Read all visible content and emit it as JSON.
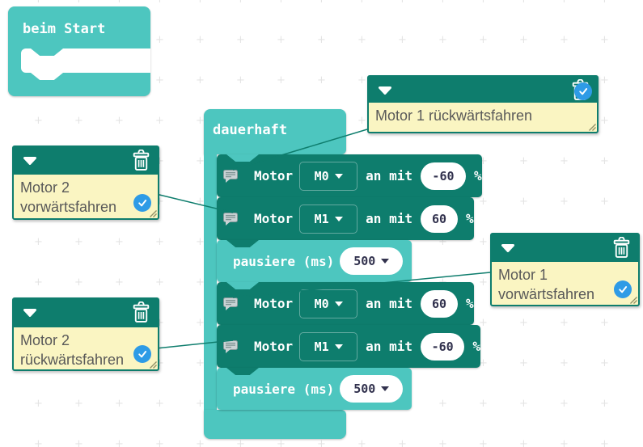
{
  "workspace": {
    "on_start": {
      "label": "beim Start"
    },
    "forever": {
      "label": "dauerhaft",
      "motor_rows": [
        {
          "label_motor": "Motor",
          "port": "M0",
          "label_mid": "an mit",
          "value": "-60",
          "label_unit": "%"
        },
        {
          "label_motor": "Motor",
          "port": "M1",
          "label_mid": "an mit",
          "value": "60",
          "label_unit": "%"
        },
        {
          "label_motor": "Motor",
          "port": "M0",
          "label_mid": "an mit",
          "value": "60",
          "label_unit": "%"
        },
        {
          "label_motor": "Motor",
          "port": "M1",
          "label_mid": "an mit",
          "value": "-60",
          "label_unit": "%"
        }
      ],
      "pause_rows": [
        {
          "label": "pausiere (ms)",
          "value": "500"
        },
        {
          "label": "pausiere (ms)",
          "value": "500"
        }
      ]
    },
    "comments": [
      {
        "text": "Motor 1 rückwärtsfahren",
        "checked": true
      },
      {
        "text": "Motor 2 vorwärtsfahren",
        "checked": true
      },
      {
        "text": "Motor 1 vorwärtsfahren",
        "checked": true
      },
      {
        "text": "Motor 2 rückwärtsfahren",
        "checked": true
      }
    ],
    "colors": {
      "block_light": "#4DC6BF",
      "block_dark": "#0E7D6D",
      "comment_yellow": "#FAF5C2",
      "comment_text": "#595959",
      "check_blue": "#2E9BE6",
      "value_text": "#32324E"
    }
  }
}
